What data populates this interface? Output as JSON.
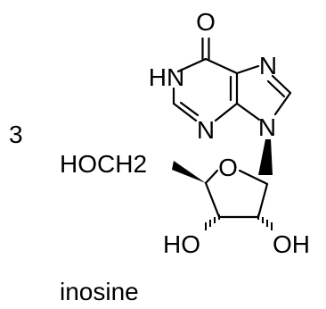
{
  "compound_number": "3",
  "compound_name": "inosine",
  "atoms": {
    "carbonyl_oxygen": "O",
    "n1": "HN",
    "n3": "N",
    "n7": "N",
    "n9": "N",
    "ring_oxygen": "O",
    "hydroxymethyl": "HOCH2",
    "hydroxyl_c3": "HO",
    "hydroxyl_c2": "OH"
  }
}
